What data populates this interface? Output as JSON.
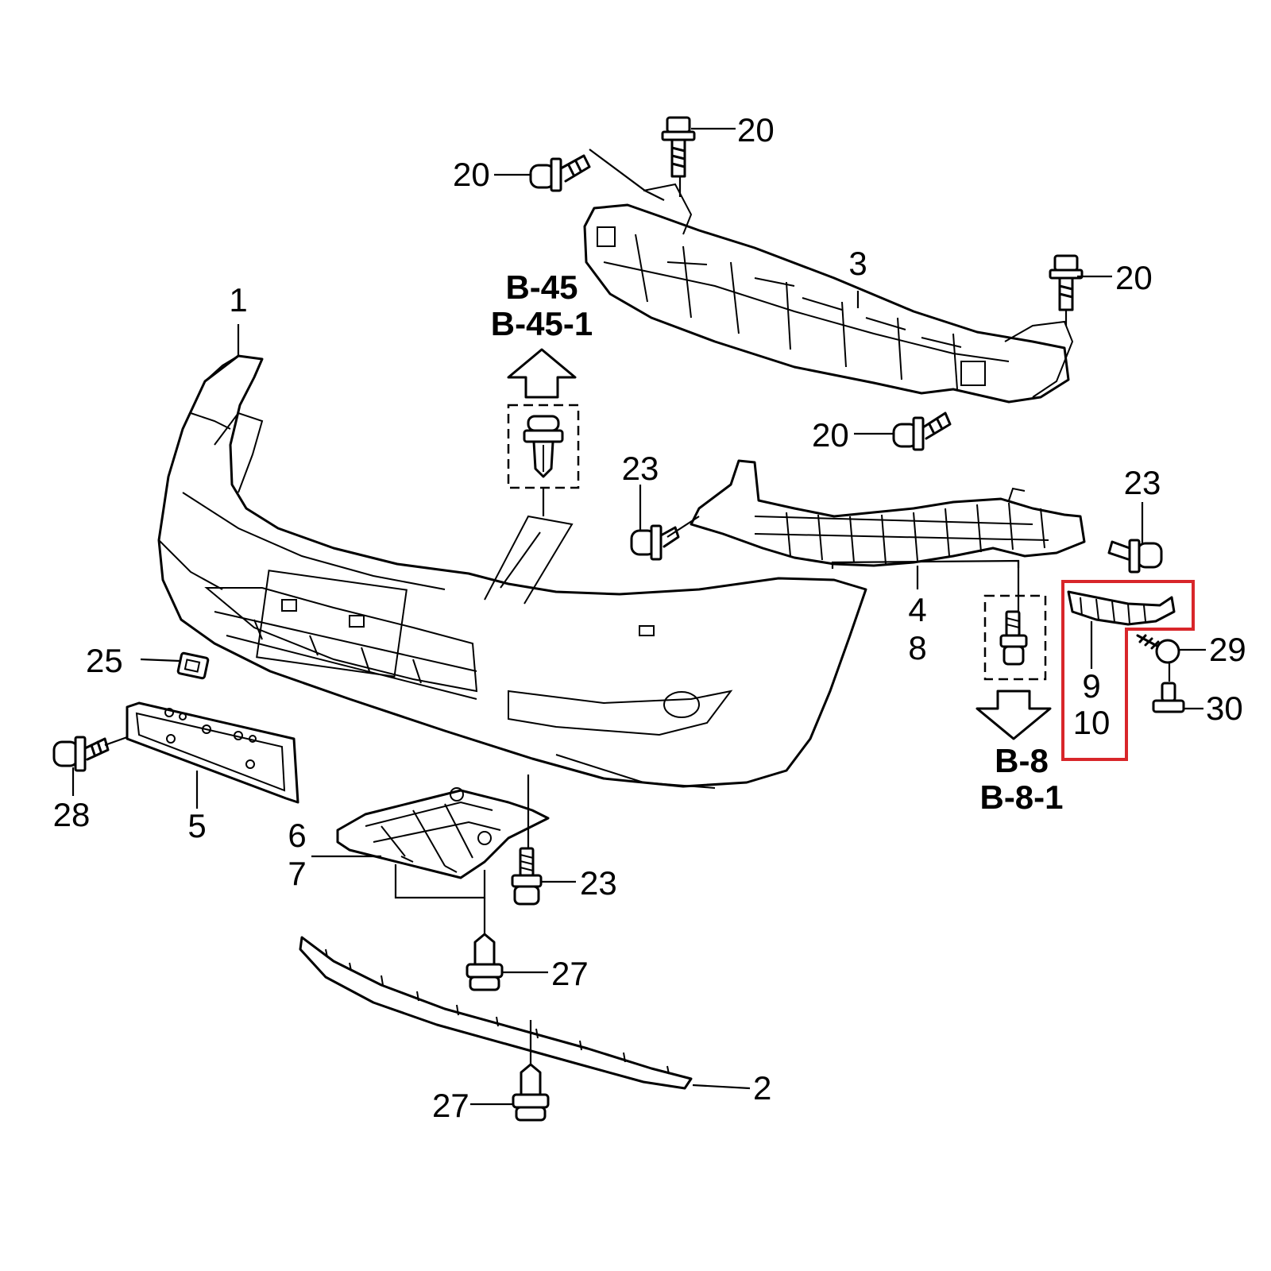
{
  "labels": {
    "p1": "1",
    "p2": "2",
    "p3": "3",
    "p4": "4",
    "p5": "5",
    "p6": "6",
    "p7": "7",
    "p8": "8",
    "p9": "9",
    "p10": "10",
    "p20": "20",
    "p23": "23",
    "p25": "25",
    "p27": "27",
    "p28": "28",
    "p29": "29",
    "p30": "30"
  },
  "refs": {
    "up_a": "B-45",
    "up_b": "B-45-1",
    "down_a": "B-8",
    "down_b": "B-8-1"
  },
  "colors": {
    "line": "#000000",
    "highlight": "#d8262a",
    "background": "#ffffff"
  },
  "highlighted_parts": [
    "9",
    "10"
  ]
}
